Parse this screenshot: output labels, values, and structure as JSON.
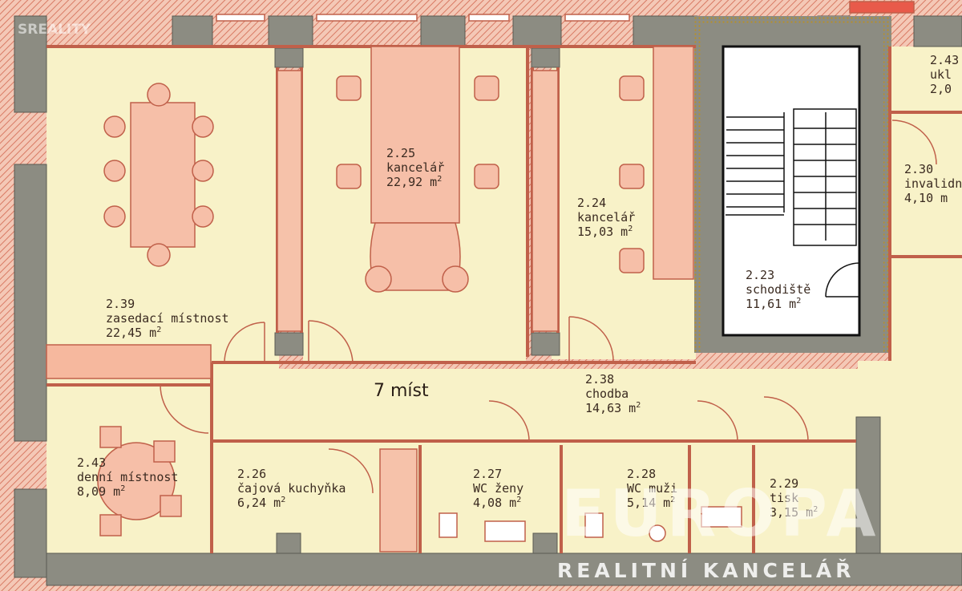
{
  "watermark": {
    "top_left": "SREALITY",
    "overlay": "EUROPA",
    "bottom": "REALITNÍ KANCELÁŘ"
  },
  "corridor_note": "7 míst",
  "rooms": [
    {
      "id": "2.39",
      "name": "zasedací místnost",
      "area": "22,45 m"
    },
    {
      "id": "2.25",
      "name": "kancelář",
      "area": "22,92 m"
    },
    {
      "id": "2.24",
      "name": "kancelář",
      "area": "15,03 m"
    },
    {
      "id": "2.23",
      "name": "schodiště",
      "area": "11,61 m"
    },
    {
      "id": "2.43",
      "name": "ukl",
      "area": "2,0"
    },
    {
      "id": "2.30",
      "name": "invalidní W",
      "area": "4,10 m"
    },
    {
      "id": "2.38",
      "name": "chodba",
      "area": "14,63 m"
    },
    {
      "id": "2.43",
      "name": "denní místnost",
      "area": "8,09 m"
    },
    {
      "id": "2.26",
      "name": "čajová kuchyňka",
      "area": "6,24 m"
    },
    {
      "id": "2.27",
      "name": "WC ženy",
      "area": "4,08 m"
    },
    {
      "id": "2.28",
      "name": "WC muži",
      "area": "5,14 m"
    },
    {
      "id": "2.29",
      "name": "tisk",
      "area": "3,15 m"
    }
  ],
  "sup": "2",
  "colors": {
    "floor": "#f8f2c8",
    "wall": "#8c8c82",
    "furniture": "#f6bfa8",
    "outline": "#c0604a",
    "hatch": "#d87a64"
  }
}
